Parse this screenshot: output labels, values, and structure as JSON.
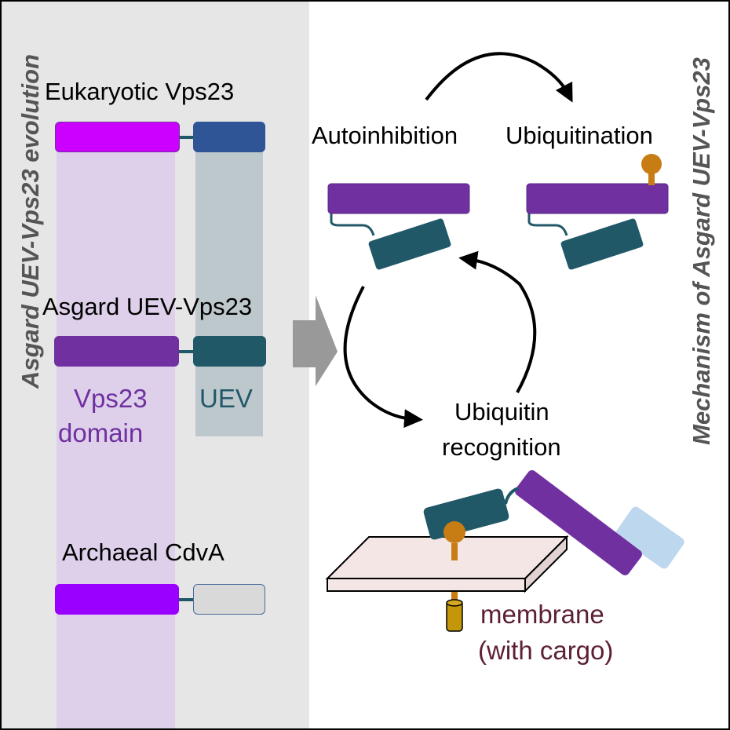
{
  "left_panel": {
    "title": "Asgard UEV-Vps23 evolution",
    "proteins": [
      {
        "name": "Eukaryotic Vps23",
        "vps23_color": "#cc00ff",
        "uev_color": "#2f5597",
        "uev_present": true
      },
      {
        "name": "Asgard UEV-Vps23",
        "vps23_color": "#7030a0",
        "uev_color": "#215868",
        "uev_present": true
      },
      {
        "name": "Archaeal CdvA",
        "vps23_color": "#9900ff",
        "uev_color": "#d9d9d9",
        "uev_present": false
      }
    ],
    "domain_labels": {
      "vps23_line1": "Vps23",
      "vps23_line2": "domain",
      "uev": "UEV"
    },
    "colors": {
      "background": "#e6e6e6",
      "vps23_shade": "#ded0ea",
      "uev_shade": "#bdc8cd",
      "vps23_label": "#7030a0",
      "uev_label": "#215868"
    }
  },
  "transition_arrow": {
    "color": "#999999",
    "icon": "right-arrow"
  },
  "right_panel": {
    "title": "Mechanism of Asgard UEV-Vps23",
    "states": {
      "autoinhibition": "Autoinhibition",
      "ubiquitination": "Ubiquitination",
      "recognition_line1": "Ubiquitin",
      "recognition_line2": "recognition"
    },
    "membrane_label_line1": "membrane",
    "membrane_label_line2": "(with cargo)",
    "colors": {
      "vps23": "#7030a0",
      "uev": "#215868",
      "ubiquitin": "#c87c14",
      "membrane": "#f5e6e6",
      "cargo": "#c4960a",
      "partner": "#bdd7ee",
      "membrane_label": "#5c1f35"
    }
  }
}
